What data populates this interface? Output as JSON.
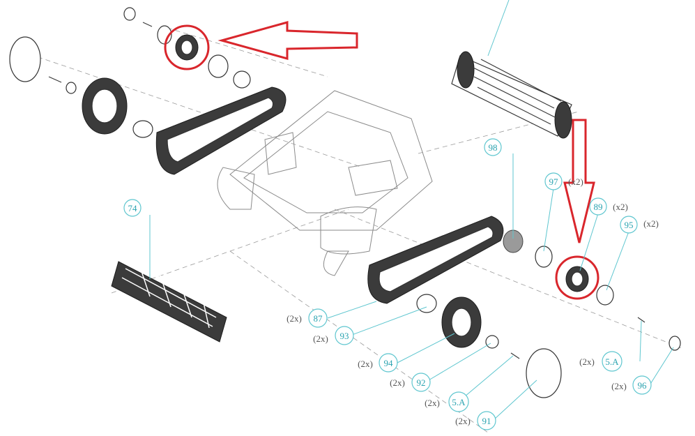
{
  "colors": {
    "callout_stroke": "#5ec6cf",
    "callout_text": "#2aa3b0",
    "highlight": "#d9262c",
    "ink": "#3a3a3a"
  },
  "callouts": {
    "c74": "74",
    "c87": "87",
    "c93": "93",
    "c94": "94",
    "c92": "92",
    "c5a_left": "5.A",
    "c91": "91",
    "c98": "98",
    "c97": "97",
    "c89": "89",
    "c95": "95",
    "c5a_right": "5.A",
    "c96": "96"
  },
  "quantities": {
    "q87": "(2x)",
    "q93": "(2x)",
    "q94": "(2x)",
    "q92": "(2x)",
    "q5a_left": "(2x)",
    "q91": "(2x)",
    "q97": "(x2)",
    "q89": "(x2)",
    "q95": "(x2)",
    "q5a_right": "(2x)",
    "q96": "(2x)"
  },
  "highlights": {
    "top_arrow": "red-arrow-left",
    "right_arrow": "red-arrow-down",
    "top_circle": "red-circle",
    "right_circle": "red-circle"
  }
}
